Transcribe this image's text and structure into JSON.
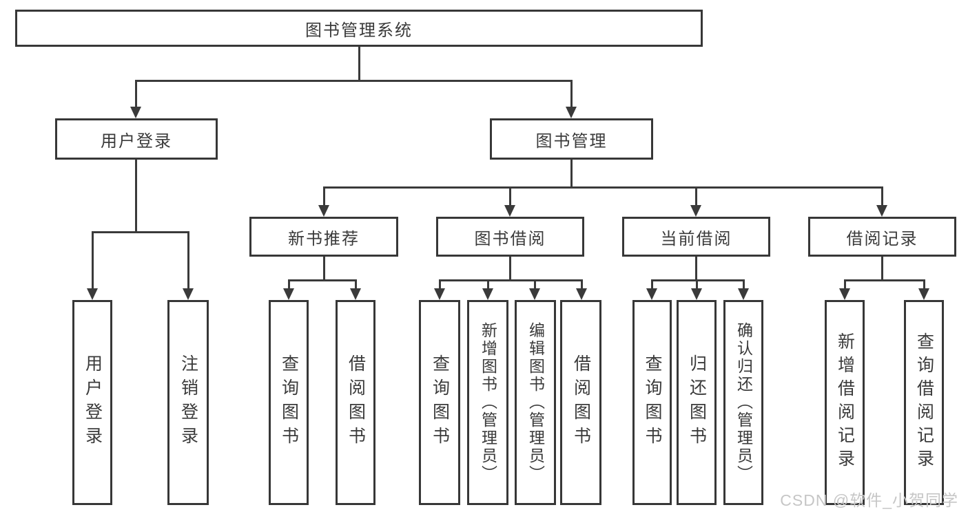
{
  "diagram": {
    "title": "图书管理系统",
    "nodes": {
      "root": {
        "label": "图书管理系统"
      },
      "user_login": {
        "label": "用户登录"
      },
      "book_mgmt": {
        "label": "图书管理"
      },
      "new_book_rec": {
        "label": "新书推荐"
      },
      "book_borrow": {
        "label": "图书借阅"
      },
      "current_borrow": {
        "label": "当前借阅"
      },
      "borrow_records": {
        "label": "借阅记录"
      },
      "leaf_user_login": {
        "label": "用户登录"
      },
      "leaf_logout": {
        "label": "注销登录"
      },
      "leaf_query_book_1": {
        "label": "查询图书"
      },
      "leaf_borrow_book_1": {
        "label": "借阅图书"
      },
      "leaf_query_book_2": {
        "label": "查询图书"
      },
      "leaf_add_book": {
        "label": "新增图书（管理员）"
      },
      "leaf_edit_book": {
        "label": "编辑图书（管理员）"
      },
      "leaf_borrow_book_2": {
        "label": "借阅图书"
      },
      "leaf_query_book_3": {
        "label": "查询图书"
      },
      "leaf_return_book": {
        "label": "归还图书"
      },
      "leaf_confirm_return": {
        "label": "确认归还（管理员）"
      },
      "leaf_add_borrow_record": {
        "label": "新增借阅记录"
      },
      "leaf_query_borrow_record": {
        "label": "查询借阅记录"
      }
    },
    "colors": {
      "line": "#3a3a3a",
      "box_border": "#373737",
      "text": "#3a3a3a",
      "watermark": "#c6c6c6"
    }
  },
  "watermark": {
    "text": "CSDN @软件_小贺同学"
  }
}
